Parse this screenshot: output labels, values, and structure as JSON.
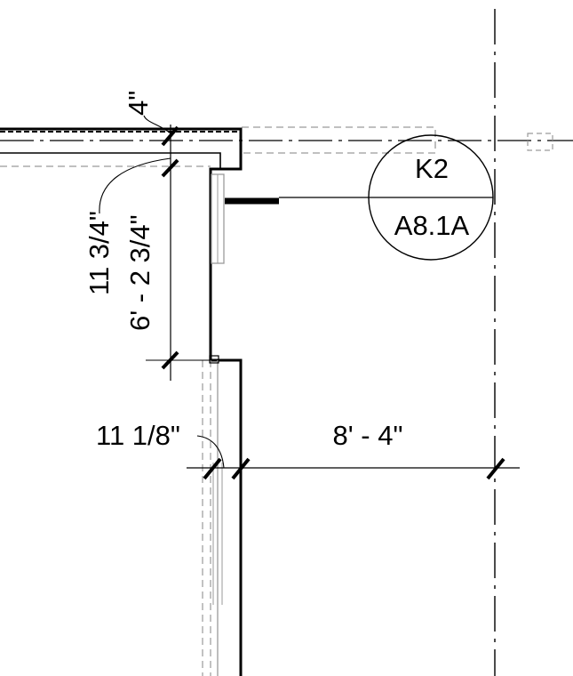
{
  "drawing": {
    "type": "architectural-plan-detail",
    "line_color": "#000000",
    "hidden_line_color": "#9a9a9a",
    "background": "#ffffff"
  },
  "dimensions": {
    "top_wall_thickness": "4\"",
    "return_depth": "11 3/4\"",
    "opening_height": "6' - 2 3/4\"",
    "lower_wall_thickness": "11 1/8\"",
    "horizontal_span": "8' - 4\""
  },
  "section_tag": {
    "detail_number": "K2",
    "sheet_number": "A8.1A"
  }
}
